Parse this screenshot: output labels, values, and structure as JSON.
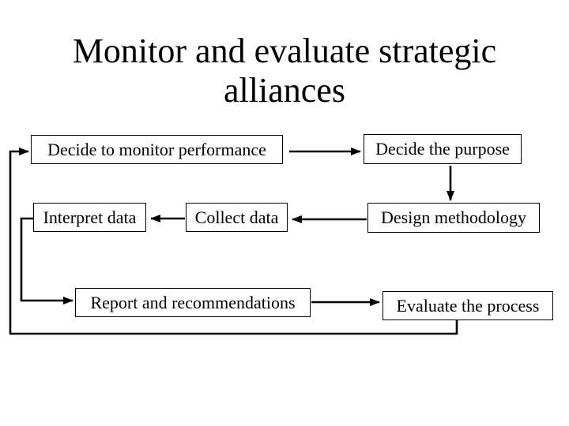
{
  "slide": {
    "title": "Monitor and evaluate strategic alliances",
    "colors": {
      "background": "#ffffff",
      "ink": "#000000"
    }
  },
  "diagram": {
    "boxes": [
      {
        "id": "decide-monitor",
        "label": "Decide to monitor performance"
      },
      {
        "id": "decide-purpose",
        "label": "Decide the purpose"
      },
      {
        "id": "interpret-data",
        "label": "Interpret data"
      },
      {
        "id": "collect-data",
        "label": "Collect data"
      },
      {
        "id": "design-methodology",
        "label": "Design methodology"
      },
      {
        "id": "report-recommendations",
        "label": "Report and recommendations"
      },
      {
        "id": "evaluate-process",
        "label": "Evaluate the process"
      }
    ],
    "flows": [
      {
        "from": "Decide to monitor performance",
        "to": "Decide the purpose"
      },
      {
        "from": "Decide the purpose",
        "to": "Design methodology"
      },
      {
        "from": "Design methodology",
        "to": "Collect data"
      },
      {
        "from": "Collect data",
        "to": "Interpret data"
      },
      {
        "from": "Interpret data",
        "to": "Report and recommendations"
      },
      {
        "from": "Report and recommendations",
        "to": "Evaluate the process"
      },
      {
        "from": "Evaluate the process",
        "to": "Decide to monitor performance"
      }
    ]
  }
}
